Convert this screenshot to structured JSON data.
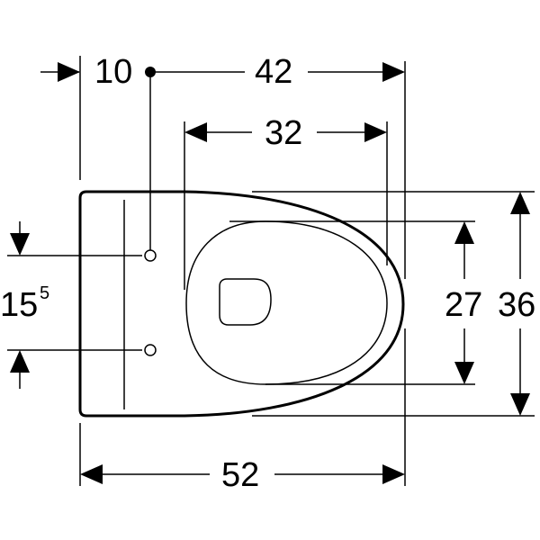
{
  "drawing": {
    "dimensions": {
      "offset_10": "10",
      "length_42": "42",
      "inner_32": "32",
      "total_52": "52",
      "inner_27": "27",
      "width_36": "36",
      "holes_base": "15",
      "holes_sup": "5"
    },
    "colors": {
      "ink": "#000000",
      "paper": "#ffffff"
    }
  }
}
